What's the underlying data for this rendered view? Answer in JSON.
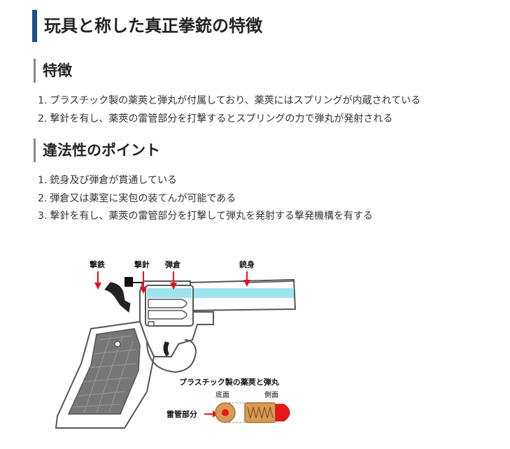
{
  "page_title": "玩具と称した真正拳銃の特徴",
  "sections": [
    {
      "heading": "特徴",
      "items": [
        {
          "num": "1.",
          "text": "プラスチック製の薬莢と弾丸が付属しており、薬莢にはスプリングが内蔵されている"
        },
        {
          "num": "2.",
          "text": "撃針を有し、薬莢の雷管部分を打撃するとスプリングの力で弾丸が発射される"
        }
      ]
    },
    {
      "heading": "違法性のポイント",
      "items": [
        {
          "num": "1.",
          "text": "銃身及び弾倉が貫通している"
        },
        {
          "num": "2.",
          "text": "弾倉又は薬室に実包の装てんが可能である"
        },
        {
          "num": "3.",
          "text": "撃針を有し、薬莢の雷管部分を打撃して弾丸を発射する撃発機構を有する"
        }
      ]
    }
  ],
  "figure": {
    "labels": {
      "hammer": "撃鉄",
      "firing_pin": "撃針",
      "cylinder": "弾倉",
      "barrel": "銃身",
      "cartridge_title": "プラスチック製の薬莢と弾丸",
      "bottom": "底面",
      "side": "側面",
      "primer": "雷管部分"
    },
    "colors": {
      "arrow": "#e8101a",
      "bore": "#9fe3ef",
      "outline": "#555555",
      "grip": "#777777",
      "casing": "#d89a55",
      "bullet": "#e81818"
    }
  }
}
